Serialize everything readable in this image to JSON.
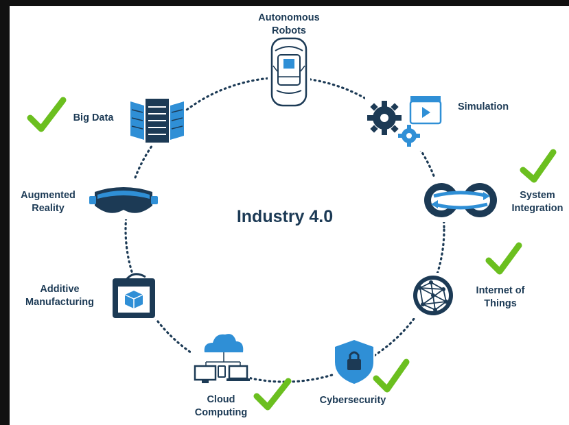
{
  "center_title": "Industry 4.0",
  "nodes": {
    "autonomous_robots": [
      "Autonomous",
      "Robots"
    ],
    "simulation": [
      "Simulation"
    ],
    "system_integration": [
      "System",
      "Integration"
    ],
    "internet_of_things": [
      "Internet of",
      "Things"
    ],
    "cybersecurity": [
      "Cybersecurity"
    ],
    "cloud_computing": [
      "Cloud",
      "Computing"
    ],
    "additive_manufacturing": [
      "Additive",
      "Manufacturing"
    ],
    "augmented_reality": [
      "Augmented",
      "Reality"
    ],
    "big_data": [
      "Big Data"
    ]
  },
  "icons": {
    "autonomous_robots": "autonomous-vehicle-icon",
    "simulation": "gears-and-clapperboard-icon",
    "system_integration": "integration-loop-icon",
    "internet_of_things": "network-globe-icon",
    "cybersecurity": "shield-lock-icon",
    "cloud_computing": "cloud-devices-icon",
    "additive_manufacturing": "3d-printer-icon",
    "augmented_reality": "vr-headset-icon",
    "big_data": "server-racks-icon"
  },
  "checked_items": [
    "Big Data",
    "System Integration",
    "Internet of Things",
    "Cybersecurity",
    "Cloud Computing"
  ],
  "colors": {
    "primary": "#1c3a55",
    "accent": "#2f8fd6",
    "check": "#6bbf1f",
    "ring": "#1c3a55"
  }
}
